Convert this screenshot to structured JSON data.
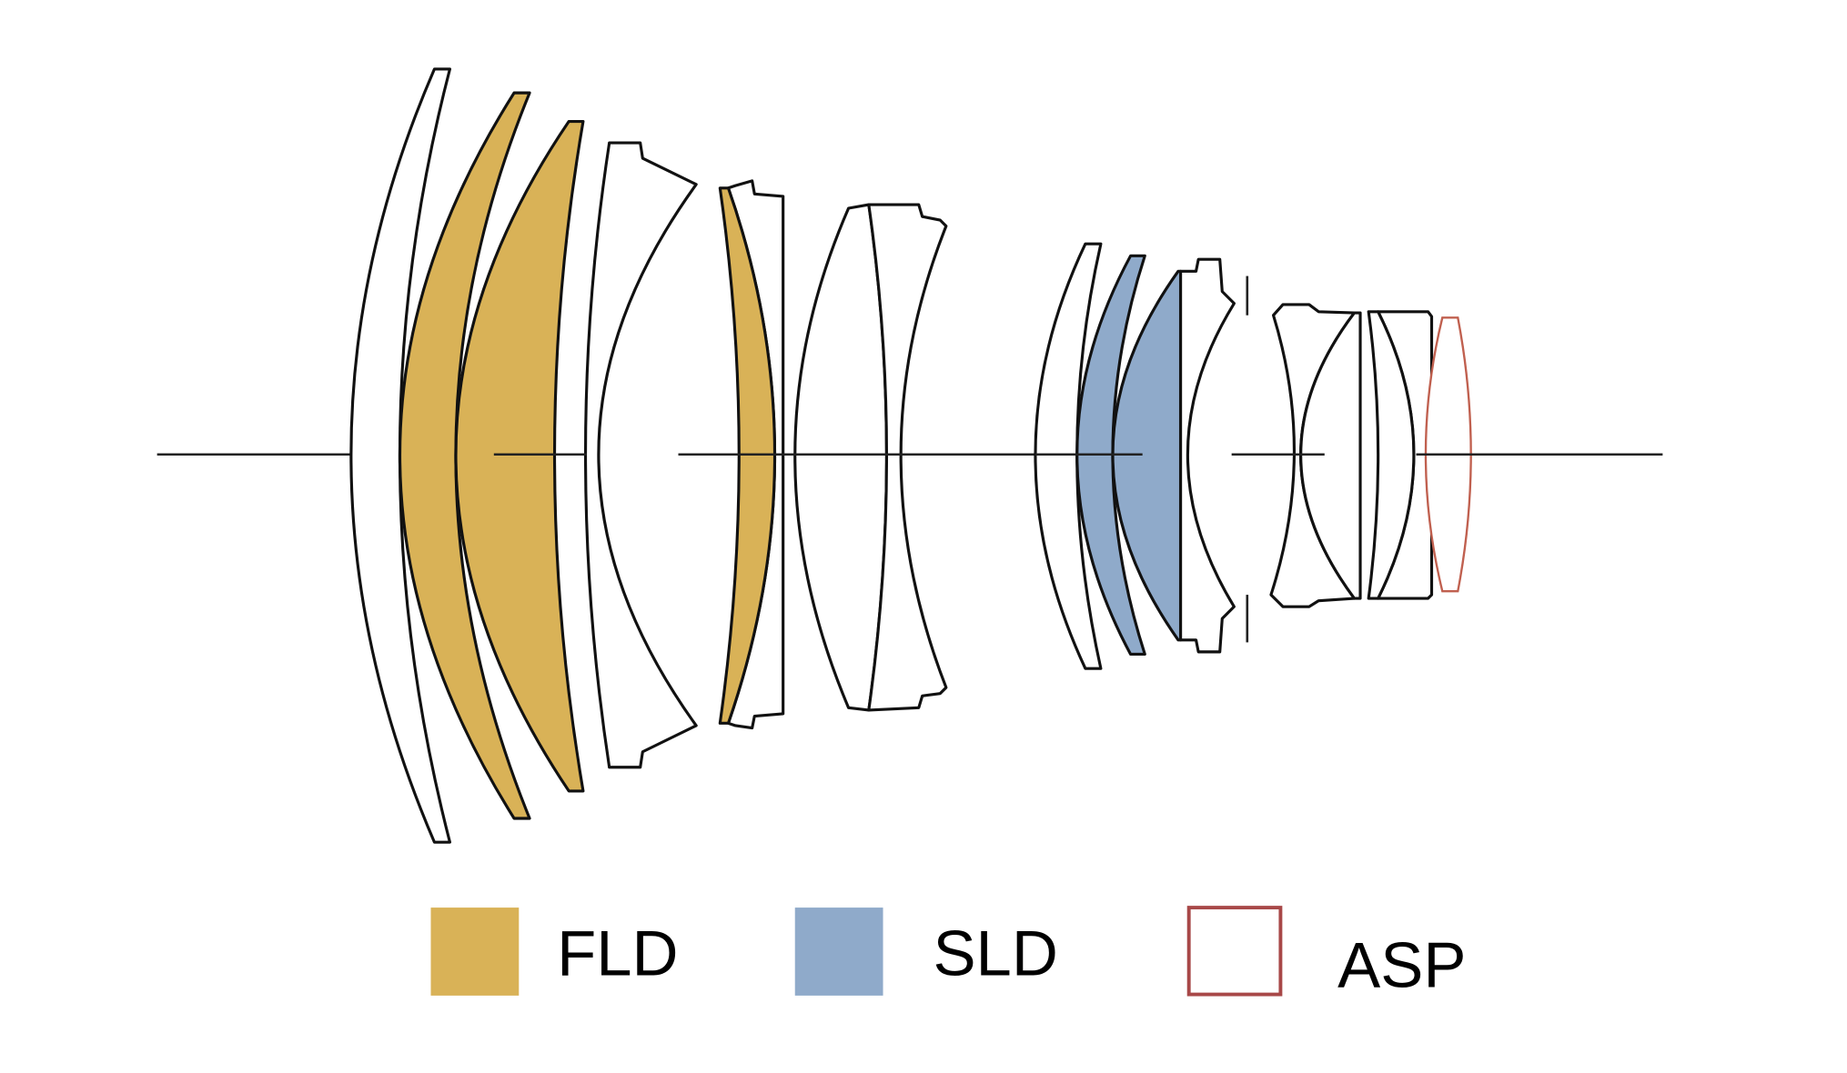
{
  "legend": {
    "items": [
      {
        "label": "FLD",
        "color": "#d9b257",
        "style": "filled"
      },
      {
        "label": "SLD",
        "color": "#8faaca",
        "style": "filled"
      },
      {
        "label": "ASP",
        "color": "#a84848",
        "style": "outline"
      }
    ]
  }
}
